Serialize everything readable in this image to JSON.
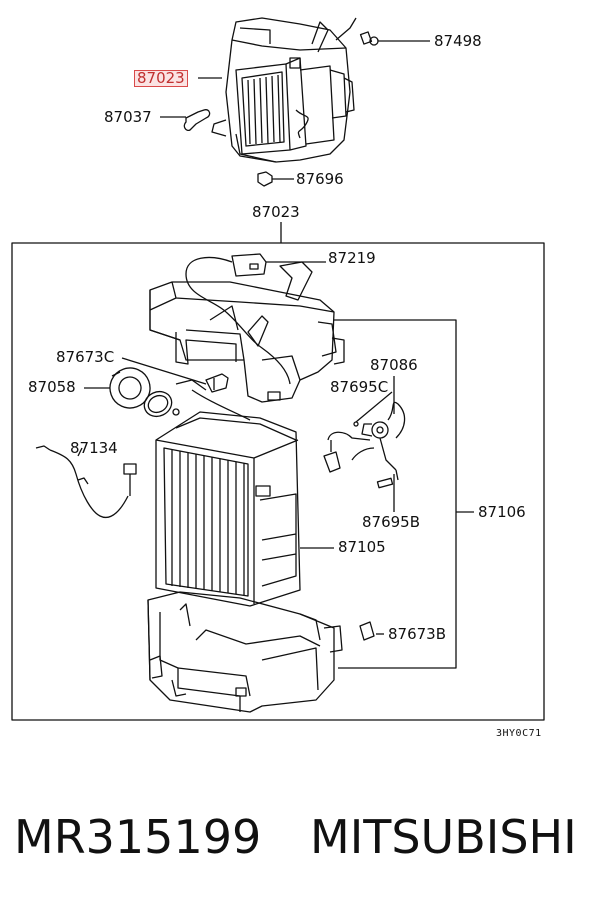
{
  "labels": {
    "top_87498": "87498",
    "top_87023_highlight": "87023",
    "top_87037": "87037",
    "top_87696": "87696",
    "assembly_87023": "87023",
    "p87219": "87219",
    "p87673C": "87673C",
    "p87058": "87058",
    "p87086": "87086",
    "p87695C": "87695C",
    "p87134": "87134",
    "p87695B": "87695B",
    "p87106": "87106",
    "p87105": "87105",
    "p87673B": "87673B"
  },
  "diagram_code": "3HY0C71",
  "caption": {
    "part_number": "MR315199",
    "brand": "MITSUBISHI"
  },
  "colors": {
    "highlight_border": "#d94a4a",
    "highlight_fill": "#fbe3e3",
    "line": "#111111"
  }
}
